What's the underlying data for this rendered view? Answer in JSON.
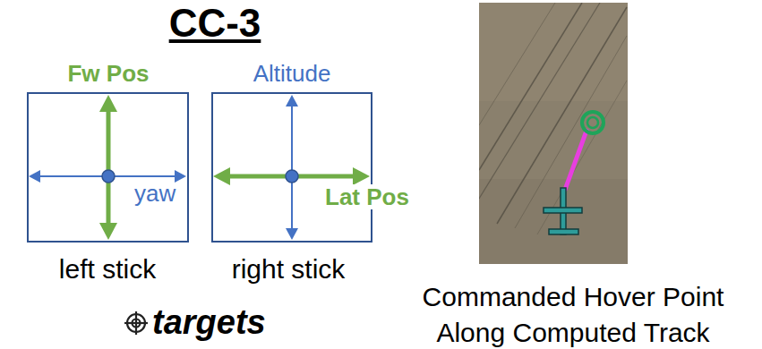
{
  "diagram": {
    "title": "CC-3",
    "nodes": [
      {
        "text": [
          "Fw Pos",
          "yaw",
          "left stick"
        ]
      },
      {
        "text": [
          "Altitude",
          "Lat Pos",
          "right stick"
        ]
      }
    ],
    "labels": [
      "targets",
      "Commanded Hover Point Along Computed Track"
    ]
  }
}
